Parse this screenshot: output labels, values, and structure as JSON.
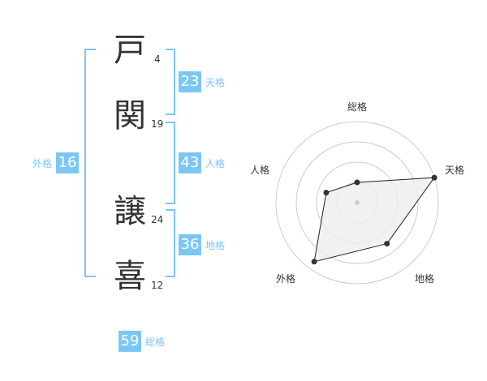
{
  "name": {
    "chars": [
      {
        "char": "戸",
        "strokes": "4"
      },
      {
        "char": "関",
        "strokes": "19"
      },
      {
        "char": "譲",
        "strokes": "24"
      },
      {
        "char": "喜",
        "strokes": "12"
      }
    ]
  },
  "scores": {
    "tenkaku": {
      "value": "23",
      "label": "天格"
    },
    "jinkaku": {
      "value": "43",
      "label": "人格"
    },
    "chikaku": {
      "value": "36",
      "label": "地格"
    },
    "gaikaku": {
      "value": "16",
      "label": "外格"
    },
    "soukaku": {
      "value": "59",
      "label": "総格"
    }
  },
  "colors": {
    "accent": "#7cc6f5",
    "text": "#333333",
    "grid": "#cccccc",
    "fill": "#eeeeee"
  },
  "chart_data": {
    "type": "radar",
    "axes": [
      "総格",
      "天格",
      "地格",
      "外格",
      "人格"
    ],
    "levels": 4,
    "values": [
      1,
      4,
      2.5,
      3.6,
      1.6
    ],
    "max": 4
  }
}
